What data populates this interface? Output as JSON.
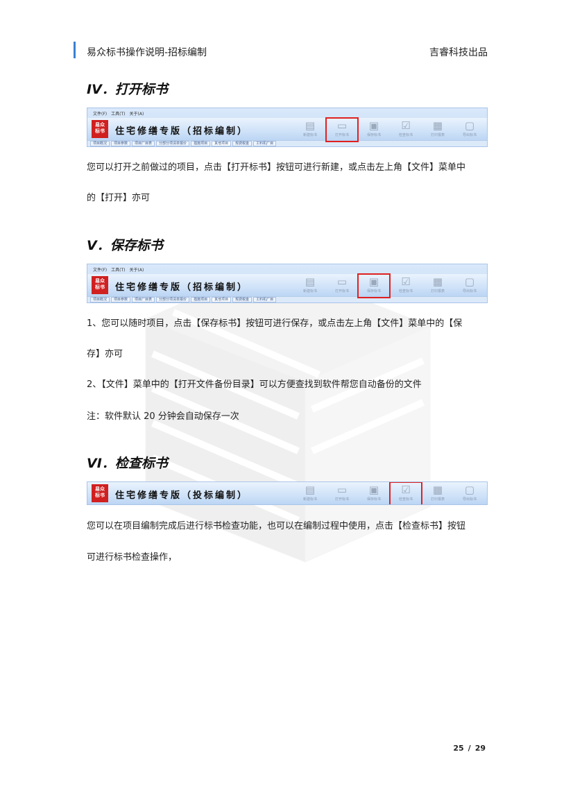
{
  "header": {
    "left": "易众标书操作说明-招标编制",
    "right": "吉睿科技出品"
  },
  "toolbar_common": {
    "menu": [
      "文件(F)",
      "工具(T)",
      "关于(A)"
    ],
    "logo_lines": [
      "易众",
      "标书"
    ],
    "tabs": [
      "项目概况",
      "项目参数",
      "项目厂目表",
      "分部分项清单报价",
      "措施项目",
      "其他项目",
      "规费税金",
      "工料机厂目"
    ],
    "buttons": [
      {
        "icon": "new-doc-icon",
        "glyph": "▤",
        "caption": "新建标书"
      },
      {
        "icon": "folder-icon",
        "glyph": "▭",
        "caption": "打开标书"
      },
      {
        "icon": "floppy-disk-icon",
        "glyph": "▣",
        "caption": "保存标书"
      },
      {
        "icon": "check-icon",
        "glyph": "☑",
        "caption": "检查标书"
      },
      {
        "icon": "printer-icon",
        "glyph": "▦",
        "caption": "打印报表"
      },
      {
        "icon": "lock-icon",
        "glyph": "▢",
        "caption": "导出标书"
      }
    ]
  },
  "sections": [
    {
      "title": "IV．打开标书",
      "toolbar_title": "住宅修缮专版（招标编制）",
      "highlight": 1,
      "paragraphs": [
        "您可以打开之前做过的项目，点击【打开标书】按钮可进行新建，或点击左上角【文件】菜单中",
        "的【打开】亦可"
      ]
    },
    {
      "title": "V．保存标书",
      "toolbar_title": "住宅修缮专版（招标编制）",
      "highlight": 2,
      "paragraphs": [
        "1、您可以随时项目，点击【保存标书】按钮可进行保存，或点击左上角【文件】菜单中的【保",
        "存】亦可",
        "2、【文件】菜单中的【打开文件备份目录】可以方便查找到软件帮您自动备份的文件",
        "注：软件默认 20 分钟会自动保存一次"
      ]
    },
    {
      "title": "VI．检查标书",
      "toolbar_title": "住宅修缮专版（投标编制）",
      "highlight": 3,
      "paragraphs": [
        "您可以在项目编制完成后进行标书检查功能，也可以在编制过程中使用，点击【检查标书】按钮",
        "可进行标书检查操作，"
      ]
    }
  ],
  "footer": {
    "page": "25",
    "separator": "/",
    "total": "29"
  }
}
